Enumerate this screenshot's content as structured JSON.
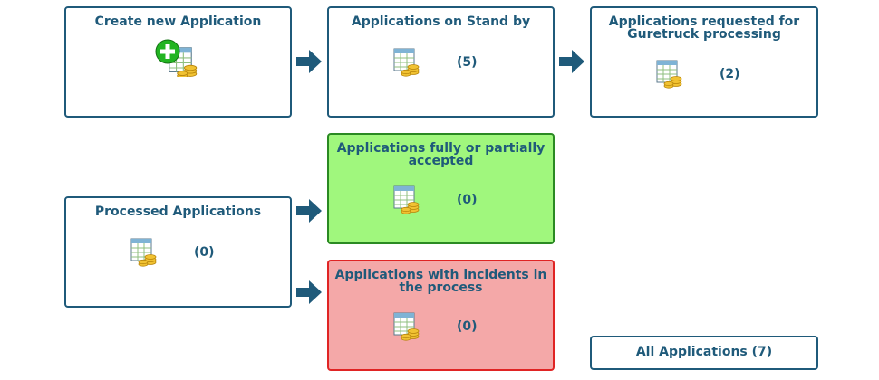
{
  "cards": {
    "create": {
      "title": "Create new Application"
    },
    "standby": {
      "title": "Applications on Stand by",
      "count": "(5)"
    },
    "requested": {
      "title": "Applications requested for Guretruck processing",
      "count": "(2)"
    },
    "processed": {
      "title": "Processed Applications",
      "count": "(0)"
    },
    "accepted": {
      "title": "Applications fully or partially accepted",
      "count": "(0)"
    },
    "incidents": {
      "title": "Applications with incidents in the process",
      "count": "(0)"
    },
    "all": {
      "title": "All Applications (7)"
    }
  },
  "icons": {
    "spreadsheet": "spreadsheet-coins-icon",
    "add": "green-plus-icon",
    "arrow": "right-arrow-icon"
  },
  "colors": {
    "border": "#1f5a7a",
    "text": "#1f5a7a",
    "accepted_bg": "#a0f77d",
    "incidents_bg": "#f4a8a8"
  }
}
